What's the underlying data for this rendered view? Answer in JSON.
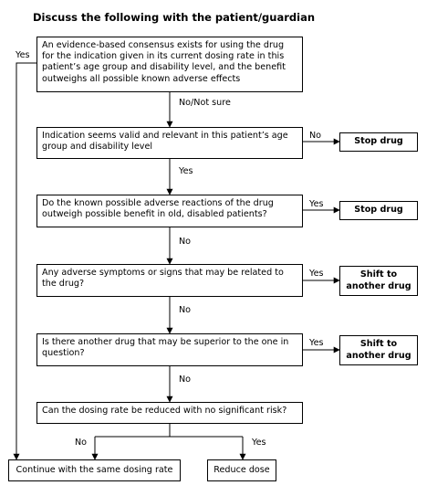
{
  "title": "Discuss the following with the patient/guardian",
  "steps": [
    {
      "text": "An evidence-based consensus exists for using the drug for the indication given in its current dosing rate in this patient’s age group and disability level, and the benefit outweighs all possible known adverse effects"
    },
    {
      "text": "Indication seems valid and relevant in this patient’s age group and disability level"
    },
    {
      "text": "Do the known possible adverse reactions of the drug outweigh possible benefit in old, disabled patients?"
    },
    {
      "text": "Any adverse symptoms or signs that may be related to the drug?"
    },
    {
      "text": "Is there another drug that may be superior to the one in question?"
    },
    {
      "text": "Can the dosing rate be reduced with no significant risk?"
    }
  ],
  "outcomes": {
    "stop_1": "Stop drug",
    "stop_2": "Stop drug",
    "shift_1": "Shift to another drug",
    "shift_2": "Shift to another drug",
    "continue": "Continue with the same dosing rate",
    "reduce": "Reduce dose"
  },
  "labels": {
    "yes_top": "Yes",
    "no_not_sure": "No/Not sure",
    "no_step2": "No",
    "yes_step2": "Yes",
    "yes_step3": "Yes",
    "no_step3": "No",
    "yes_step4": "Yes",
    "no_step4": "No",
    "yes_step5": "Yes",
    "no_step5": "No",
    "no_final": "No",
    "yes_final": "Yes"
  }
}
